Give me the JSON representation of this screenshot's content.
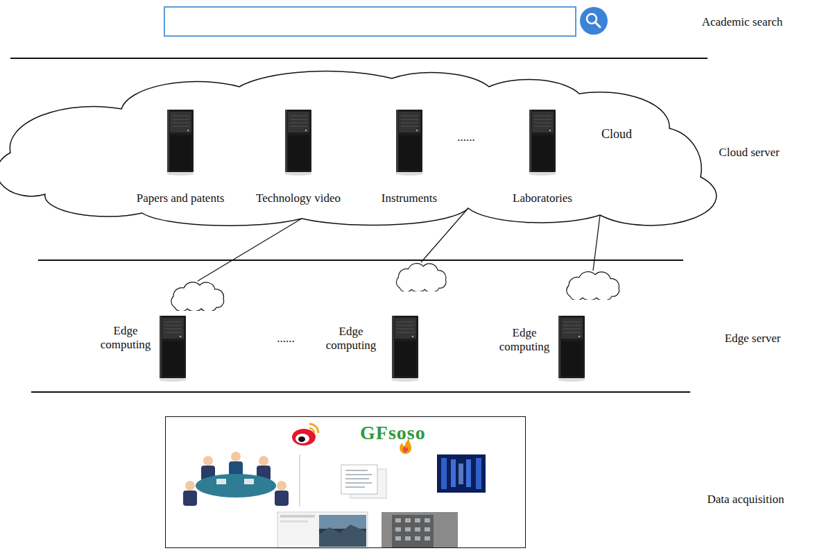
{
  "diagram": {
    "nodes": [
      {
        "text": [
          "Cloud"
        ]
      },
      {
        "text": [
          "Papers and patents"
        ],
        "in": 0
      },
      {
        "text": [
          "Technology video"
        ],
        "in": 0
      },
      {
        "text": [
          "Instruments"
        ],
        "in": 0
      },
      {
        "text": [
          "Laboratories"
        ],
        "in": 0
      },
      {
        "text": [
          "Edge computing"
        ]
      },
      {
        "text": [
          "Edge computing"
        ]
      },
      {
        "text": [
          "Edge computing"
        ]
      },
      {
        "text": [
          "GFsoso"
        ]
      }
    ],
    "edges": [
      {
        "from": 0,
        "to": 5,
        "arrow": "none"
      },
      {
        "from": 0,
        "to": 6,
        "arrow": "none"
      },
      {
        "from": 0,
        "to": 7,
        "arrow": "none"
      }
    ],
    "labels": [
      "Academic search",
      "Cloud server",
      "......",
      "Edge server",
      "......",
      "Data acquisition"
    ]
  }
}
